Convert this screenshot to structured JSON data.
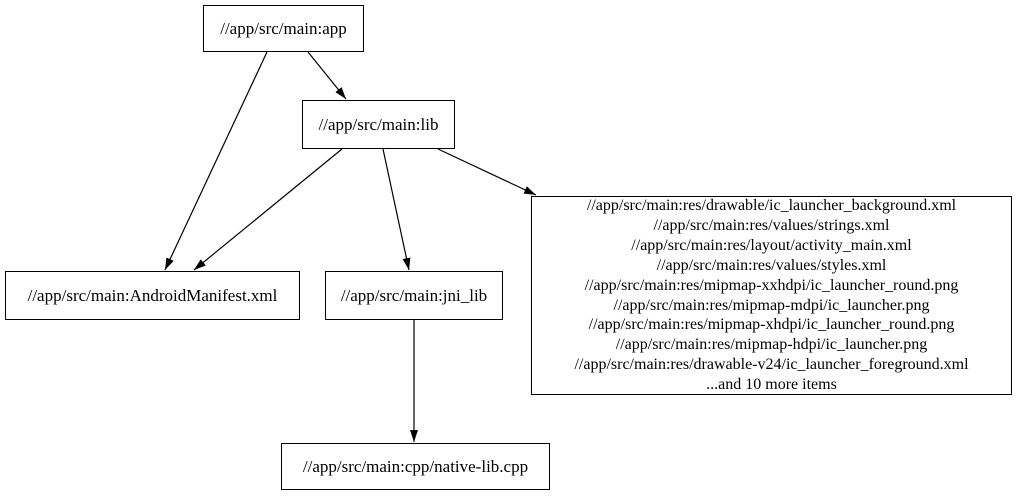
{
  "diagram": {
    "title": "build target dependency graph",
    "background_color": "#ffffff",
    "node_border_color": "#000000",
    "edge_color": "#000000",
    "text_color": "#000000"
  },
  "nodes": {
    "app": {
      "label": "//app/src/main:app"
    },
    "lib": {
      "label": "//app/src/main:lib"
    },
    "android_manifest": {
      "label": "//app/src/main:AndroidManifest.xml"
    },
    "jni_lib": {
      "label": "//app/src/main:jni_lib"
    },
    "native_lib_cpp": {
      "label": "//app/src/main:cpp/native-lib.cpp"
    },
    "res_group": {
      "lines": [
        "//app/src/main:res/drawable/ic_launcher_background.xml",
        "//app/src/main:res/values/strings.xml",
        "//app/src/main:res/layout/activity_main.xml",
        "//app/src/main:res/values/styles.xml",
        "//app/src/main:res/mipmap-xxhdpi/ic_launcher_round.png",
        "//app/src/main:res/mipmap-mdpi/ic_launcher.png",
        "//app/src/main:res/mipmap-xhdpi/ic_launcher_round.png",
        "//app/src/main:res/mipmap-hdpi/ic_launcher.png",
        "//app/src/main:res/drawable-v24/ic_launcher_foreground.xml",
        "...and 10 more items"
      ]
    }
  },
  "edges": [
    {
      "from": "//app/src/main:app",
      "to": "//app/src/main:lib"
    },
    {
      "from": "//app/src/main:app",
      "to": "//app/src/main:AndroidManifest.xml"
    },
    {
      "from": "//app/src/main:lib",
      "to": "//app/src/main:AndroidManifest.xml"
    },
    {
      "from": "//app/src/main:lib",
      "to": "//app/src/main:jni_lib"
    },
    {
      "from": "//app/src/main:lib",
      "to": "res_group"
    },
    {
      "from": "//app/src/main:jni_lib",
      "to": "//app/src/main:cpp/native-lib.cpp"
    }
  ]
}
